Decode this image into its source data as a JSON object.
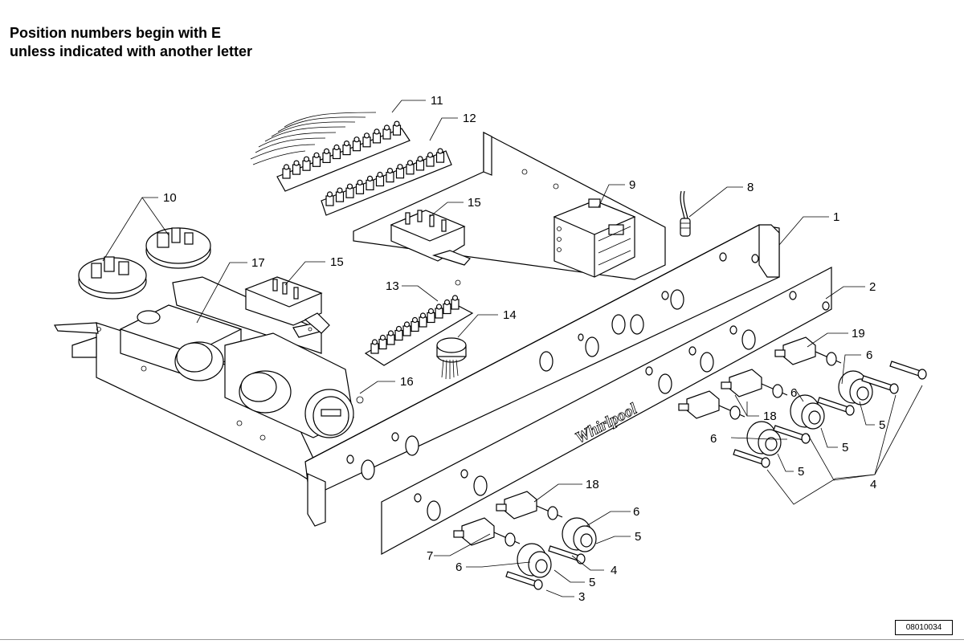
{
  "note": {
    "line1": "Position numbers begin with E",
    "line2": "unless indicated with another letter"
  },
  "brand_text": "Whirlpool",
  "reference_code": "08010034",
  "callouts": [
    {
      "id": "c11",
      "label": "11"
    },
    {
      "id": "c12",
      "label": "12"
    },
    {
      "id": "c10",
      "label": "10"
    },
    {
      "id": "c9",
      "label": "9"
    },
    {
      "id": "c8",
      "label": "8"
    },
    {
      "id": "c15a",
      "label": "15"
    },
    {
      "id": "c1",
      "label": "1"
    },
    {
      "id": "c17",
      "label": "17"
    },
    {
      "id": "c15b",
      "label": "15"
    },
    {
      "id": "c2",
      "label": "2"
    },
    {
      "id": "c13",
      "label": "13"
    },
    {
      "id": "c14",
      "label": "14"
    },
    {
      "id": "c19",
      "label": "19"
    },
    {
      "id": "c6a",
      "label": "6"
    },
    {
      "id": "c16",
      "label": "16"
    },
    {
      "id": "c6b",
      "label": "6"
    },
    {
      "id": "c18a",
      "label": "18"
    },
    {
      "id": "c5a",
      "label": "5"
    },
    {
      "id": "c5b",
      "label": "5"
    },
    {
      "id": "c6c",
      "label": "6"
    },
    {
      "id": "c5c",
      "label": "5"
    },
    {
      "id": "c4a",
      "label": "4"
    },
    {
      "id": "c18b",
      "label": "18"
    },
    {
      "id": "c6d",
      "label": "6"
    },
    {
      "id": "c5d",
      "label": "5"
    },
    {
      "id": "c7",
      "label": "7"
    },
    {
      "id": "c6e",
      "label": "6"
    },
    {
      "id": "c5e",
      "label": "5"
    },
    {
      "id": "c4b",
      "label": "4"
    },
    {
      "id": "c3",
      "label": "3"
    }
  ]
}
